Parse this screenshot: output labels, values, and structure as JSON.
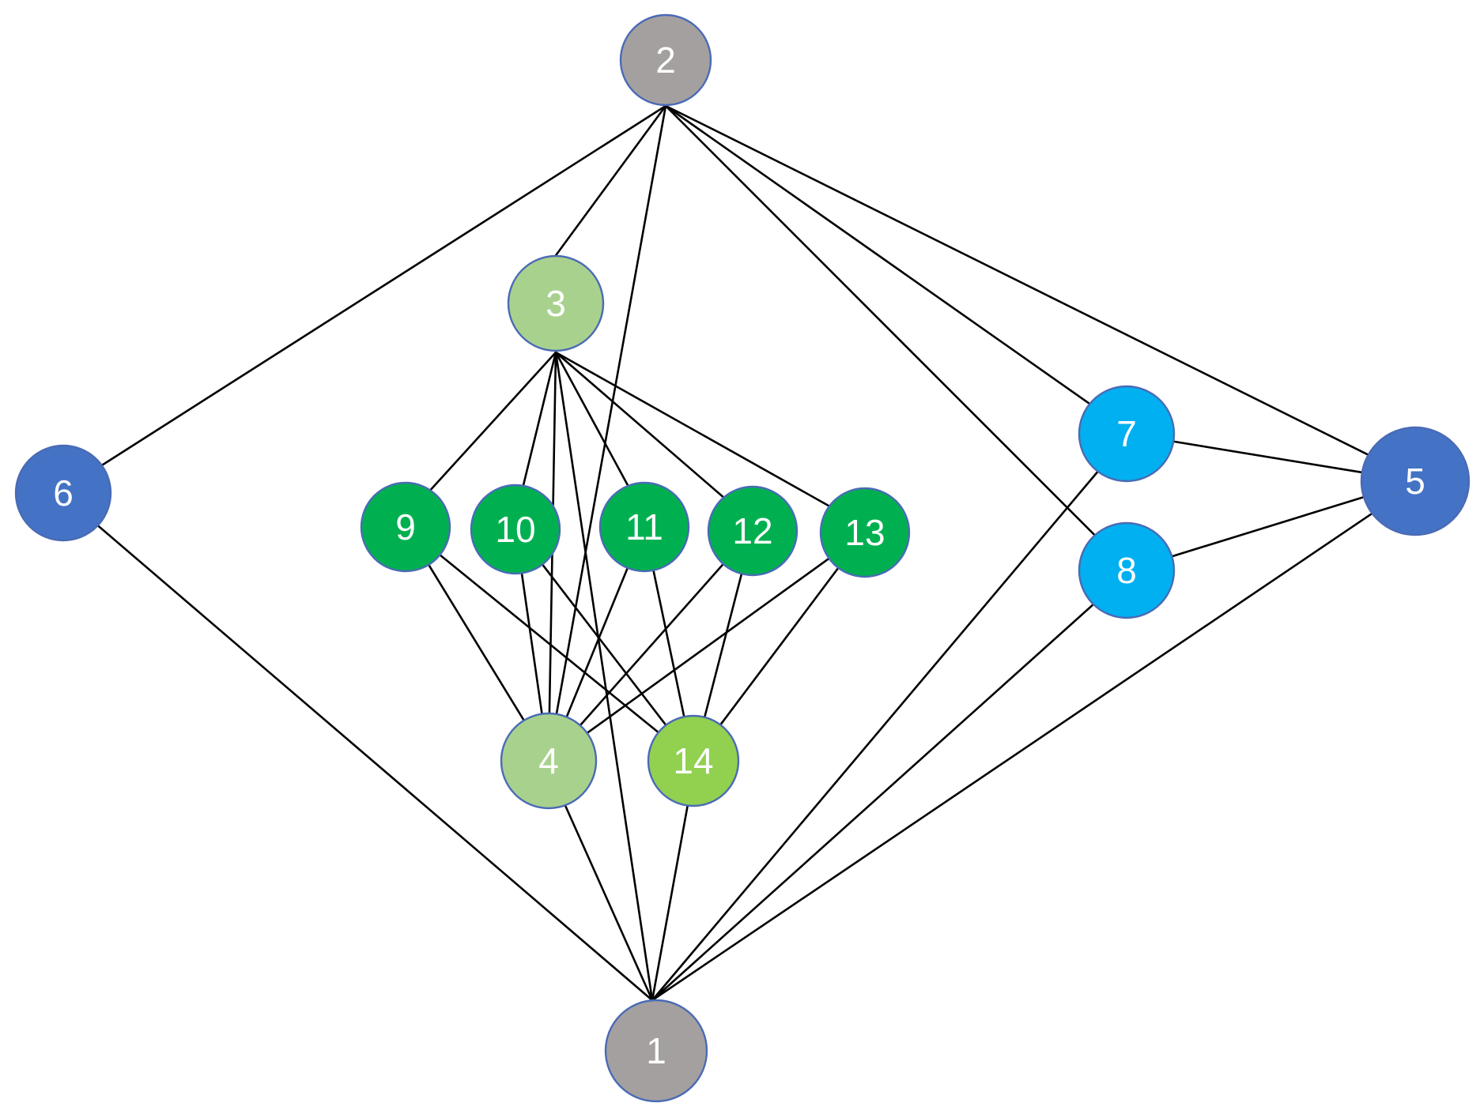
{
  "nodes": [
    {
      "id": "1",
      "label": "1",
      "color": "#a5a0a0"
    },
    {
      "id": "2",
      "label": "2",
      "color": "#a5a0a0"
    },
    {
      "id": "3",
      "label": "3",
      "color": "#a9d18e"
    },
    {
      "id": "4",
      "label": "4",
      "color": "#a9d18e"
    },
    {
      "id": "5",
      "label": "5",
      "color": "#4472c4"
    },
    {
      "id": "6",
      "label": "6",
      "color": "#4472c4"
    },
    {
      "id": "7",
      "label": "7",
      "color": "#00b0f0"
    },
    {
      "id": "8",
      "label": "8",
      "color": "#00b0f0"
    },
    {
      "id": "9",
      "label": "9",
      "color": "#00b050"
    },
    {
      "id": "10",
      "label": "10",
      "color": "#00b050"
    },
    {
      "id": "11",
      "label": "11",
      "color": "#00b050"
    },
    {
      "id": "12",
      "label": "12",
      "color": "#00b050"
    },
    {
      "id": "13",
      "label": "13",
      "color": "#00b050"
    },
    {
      "id": "14",
      "label": "14",
      "color": "#92d050"
    }
  ],
  "edges": [
    [
      "2",
      "6"
    ],
    [
      "2",
      "3"
    ],
    [
      "2",
      "4"
    ],
    [
      "2",
      "8"
    ],
    [
      "2",
      "7"
    ],
    [
      "2",
      "5"
    ],
    [
      "3",
      "9"
    ],
    [
      "3",
      "10"
    ],
    [
      "3",
      "11"
    ],
    [
      "3",
      "12"
    ],
    [
      "3",
      "13"
    ],
    [
      "3",
      "4"
    ],
    [
      "3",
      "1"
    ],
    [
      "9",
      "4"
    ],
    [
      "9",
      "14"
    ],
    [
      "10",
      "4"
    ],
    [
      "10",
      "14"
    ],
    [
      "11",
      "4"
    ],
    [
      "11",
      "14"
    ],
    [
      "12",
      "4"
    ],
    [
      "12",
      "14"
    ],
    [
      "13",
      "4"
    ],
    [
      "13",
      "14"
    ],
    [
      "6",
      "1"
    ],
    [
      "4",
      "1"
    ],
    [
      "14",
      "1"
    ],
    [
      "7",
      "1"
    ],
    [
      "8",
      "1"
    ],
    [
      "5",
      "1"
    ],
    [
      "7",
      "5"
    ],
    [
      "8",
      "5"
    ]
  ]
}
